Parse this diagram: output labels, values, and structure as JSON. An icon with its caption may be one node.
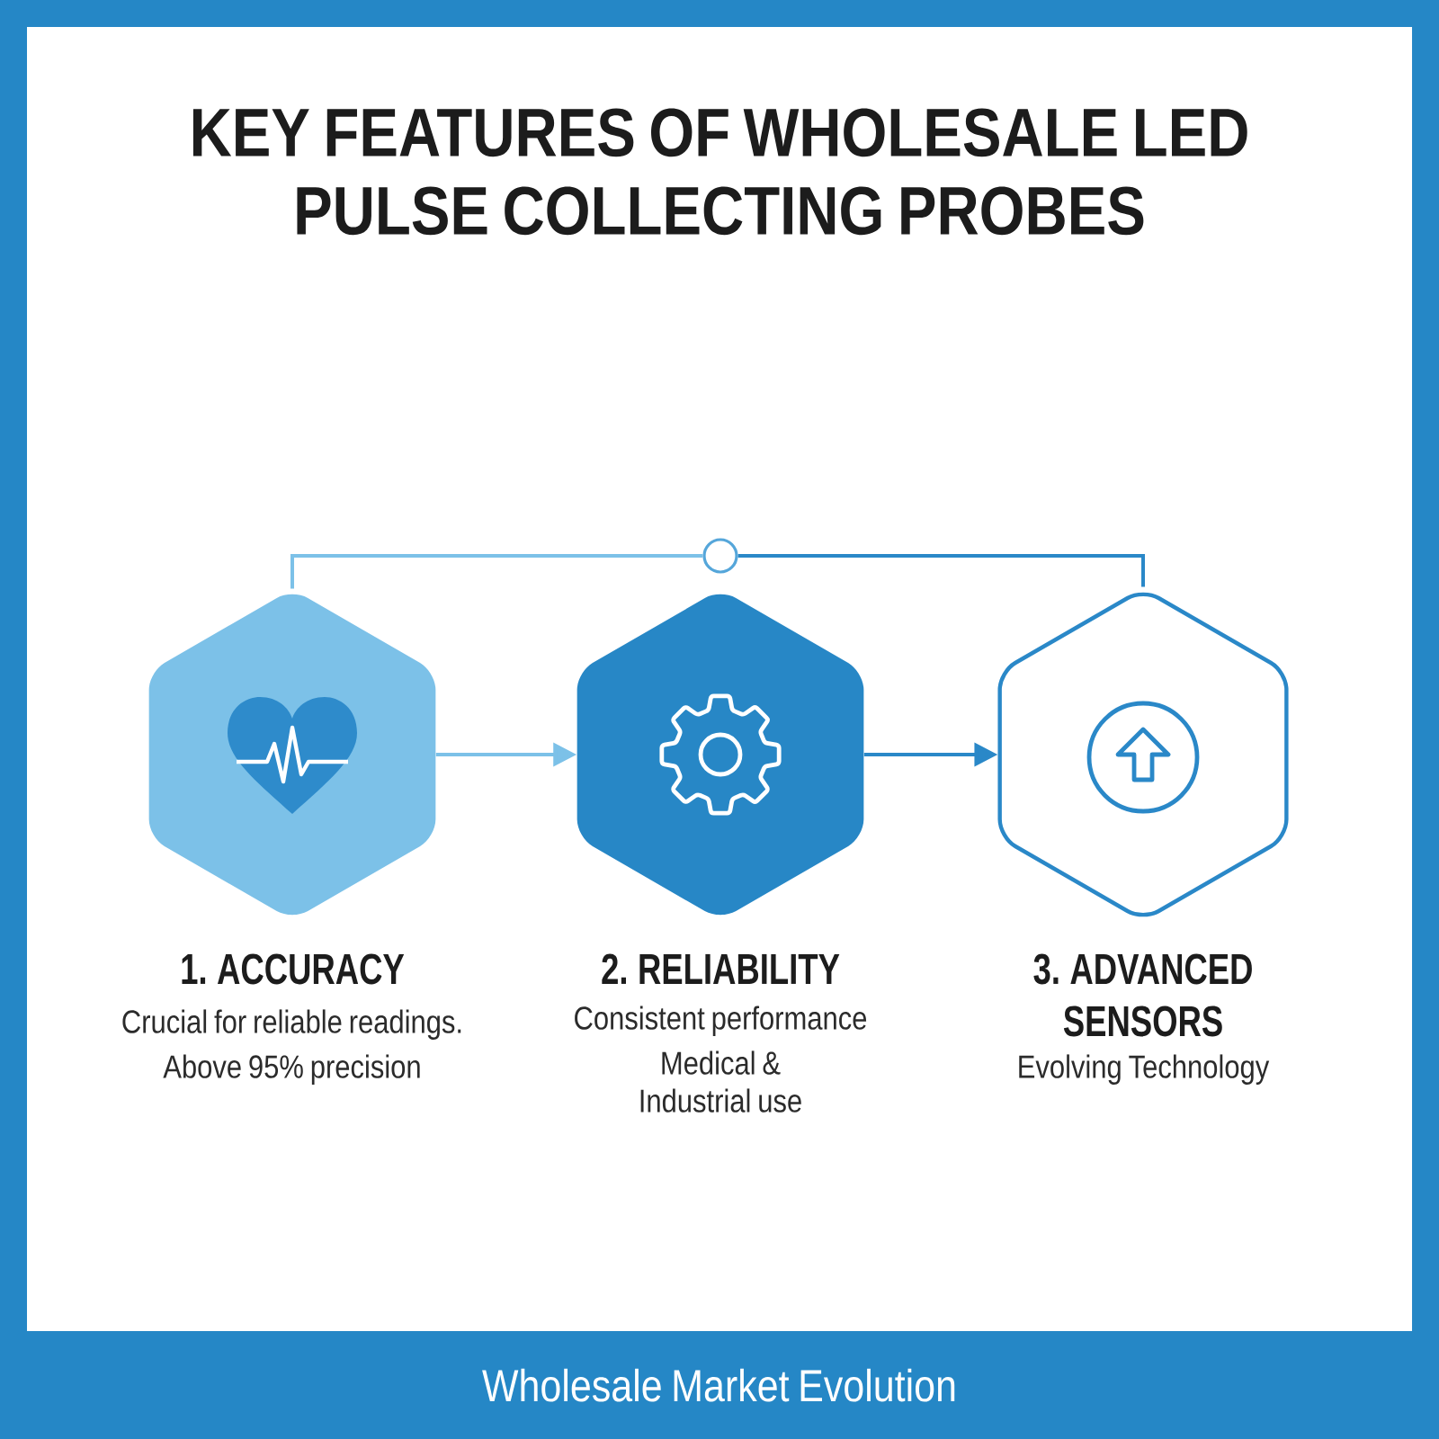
{
  "diagram": {
    "title": "KEY FEATURES OF WHOLESALE LED PULSE COLLECTING PROBES",
    "caption": "Wholesale Market Evolution",
    "nodes": [
      {
        "text": [
          "1. ACCURACY",
          "Crucial for reliable readings.",
          "Above 95% precision"
        ]
      },
      {
        "text": [
          "2. RELIABILITY",
          "Consistent performance",
          "Medical & Industrial use"
        ]
      },
      {
        "text": [
          "3. ADVANCED SENSORS",
          "Evolving Technology"
        ]
      },
      {
        "text": [],
        "shape": "circle"
      }
    ],
    "edges": [
      {
        "from": 0,
        "to": 3,
        "arrow": "none",
        "color": "#7cc1e8"
      },
      {
        "from": 3,
        "to": 2,
        "arrow": "none"
      },
      {
        "from": 0,
        "to": 1,
        "arrow": "to",
        "color": "#7cc1e8"
      },
      {
        "from": 1,
        "to": 2,
        "arrow": "to"
      }
    ]
  }
}
